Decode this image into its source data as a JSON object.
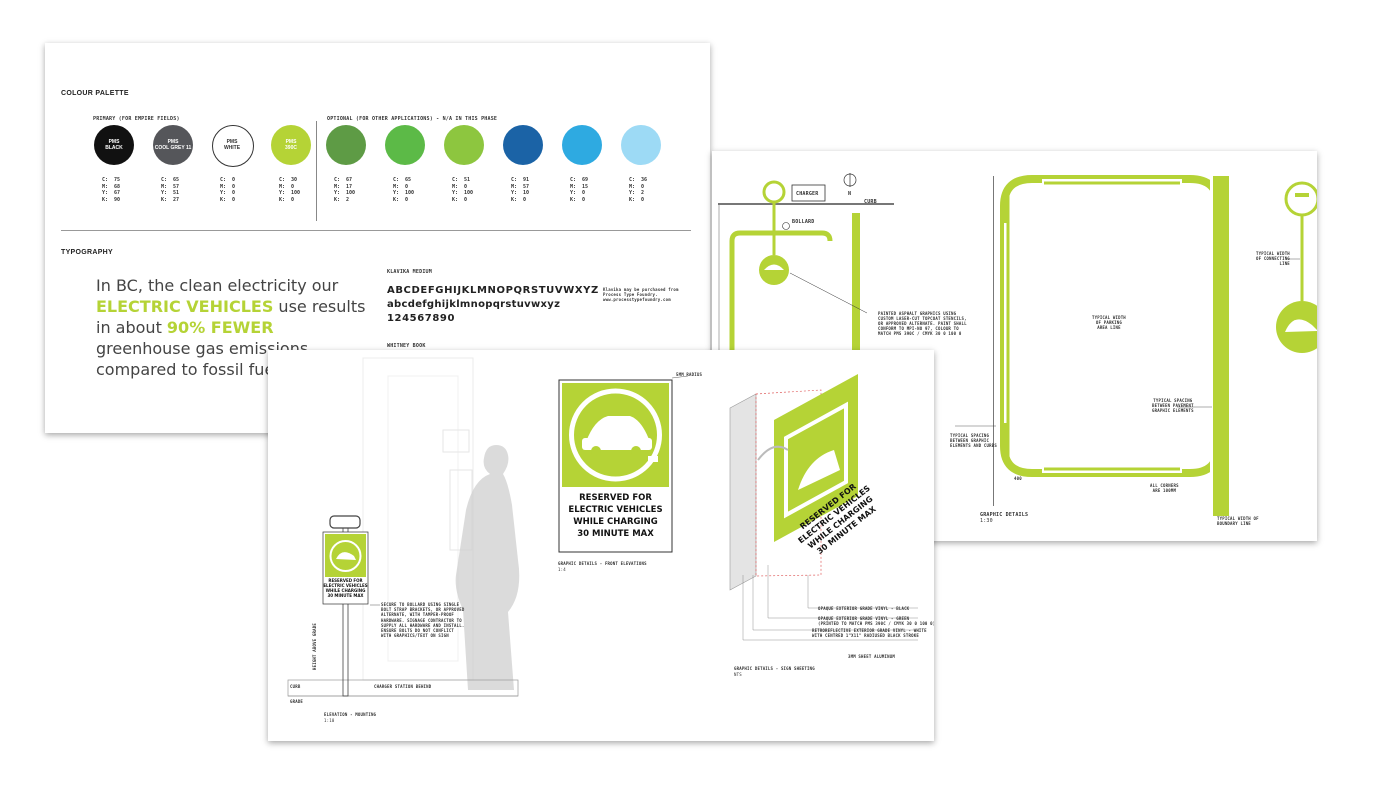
{
  "sheet1": {
    "colour_heading": "COLOUR PALETTE",
    "primary_heading": "PRIMARY (FOR EMPIRE FIELDS)",
    "optional_heading": "OPTIONAL (FOR OTHER APPLICATIONS) - N/A IN THIS PHASE",
    "primary_swatches": [
      {
        "label1": "PMS",
        "label2": "BLACK",
        "color": "#111111",
        "text_color": "#ffffff",
        "c": "C:  75",
        "m": "M:  68",
        "y": "Y:  67",
        "k": "K:  90"
      },
      {
        "label1": "PMS",
        "label2": "COOL GREY 11",
        "color": "#55565a",
        "text_color": "#ffffff",
        "c": "C:  65",
        "m": "M:  57",
        "y": "Y:  51",
        "k": "K:  27"
      },
      {
        "label1": "PMS",
        "label2": "WHITE",
        "color": "#ffffff",
        "text_color": "#333333",
        "c": "C:  0",
        "m": "M:  0",
        "y": "Y:  0",
        "k": "K:  0"
      },
      {
        "label1": "PMS",
        "label2": "390C",
        "color": "#b5d336",
        "text_color": "#ffffff",
        "c": "C:  30",
        "m": "M:  0",
        "y": "Y:  100",
        "k": "K:  0"
      }
    ],
    "optional_swatches": [
      {
        "color": "#5e9b45",
        "c": "C:  67",
        "m": "M:  17",
        "y": "Y:  100",
        "k": "K:  2"
      },
      {
        "color": "#5cba47",
        "c": "C:  65",
        "m": "M:  0",
        "y": "Y:  100",
        "k": "K:  0"
      },
      {
        "color": "#8dc63f",
        "c": "C:  51",
        "m": "M:  0",
        "y": "Y:  100",
        "k": "K:  0"
      },
      {
        "color": "#1b63a6",
        "c": "C:  91",
        "m": "M:  57",
        "y": "Y:  10",
        "k": "K:  0"
      },
      {
        "color": "#2eaae1",
        "c": "C:  69",
        "m": "M:  15",
        "y": "Y:  0",
        "k": "K:  0"
      },
      {
        "color": "#9ddaf5",
        "c": "C:  36",
        "m": "M:  0",
        "y": "Y:  2",
        "k": "K:  0"
      }
    ],
    "typography_heading": "TYPOGRAPHY",
    "lead_part1": "In BC, the clean electricity our ",
    "lead_hl1": "ELECTRIC VEHICLES",
    "lead_part2": " use results in about ",
    "lead_hl2": "90% FEWER",
    "lead_part3": " greenhouse gas emissions compared to fossil fuel vehicles.",
    "font1_name": "KLAVIKA MEDIUM",
    "font1_upper": "ABCDEFGHIJKLMNOPQRSTUVWXYZ",
    "font1_lower": "abcdefghijklmnopqrstuvwxyz",
    "font1_digits": "124567890",
    "font_note": "Klavika may be purchased from\nProcess Type Foundry.\nwww.processtypefoundry.com",
    "font2_name": "WHITNEY BOOK"
  },
  "sheet2": {
    "charger_label": "CHARGER",
    "north_label": "N",
    "curb_label": "CURB",
    "bollard_label": "BOLLARD",
    "painted_note": "PAINTED ASPHALT GRAPHICS USING\nCUSTOM LASER-CUT TOPCOAT STENCILS,\nOR APPROVED ALTERNATE. PAINT SHALL\nCONFORM TO MPI-NO 97, COLOUR TO\nMATCH PMS 390C / CMYK 30 0 100 0",
    "width_parking_note": "TYPICAL WIDTH\nOF PARKING\nAREA LINE",
    "width_connecting_note": "TYPICAL WIDTH\nOF CONNECTING\nLINE",
    "spacing_pavement_note": "TYPICAL SPACING\nBETWEEN PAVEMENT\nGRAPHIC ELEMENTS",
    "spacing_curbs_note": "TYPICAL SPACING\nBETWEEN GRAPHIC\nELEMENTS AND CURBS",
    "dim_400": "400",
    "corners_note": "ALL CORNERS\nARE 100MM",
    "graphic_details": "GRAPHIC DETAILS",
    "graphic_scale": "1:30",
    "boundary_note": "TYPICAL WIDTH OF\nBOUNDARY LINE"
  },
  "sheet3": {
    "sign_small_text": "RESERVED FOR\nELECTRIC VEHICLES\nWHILE CHARGING\n30 MINUTE MAX",
    "sign_large_l1": "RESERVED FOR",
    "sign_large_l2": "ELECTRIC VEHICLES",
    "sign_large_l3": "WHILE CHARGING",
    "sign_large_l4": "30 MINUTE MAX",
    "radius_note": "5MM RADIUS",
    "front_caption": "GRAPHIC DETAILS - FRONT ELEVATIONS",
    "front_scale": "1:4",
    "bollard_note": "SECURE TO BOLLARD USING SINGLE\nBOLT STRAP BRACKETS, OR APPROVED\nALTERNATE, WITH TAMPER-PROOF\nHARDWARE. SIGNAGE CONTRACTOR TO\nSUPPLY ALL HARDWARE AND INSTALL.\nENSURE BOLTS DO NOT CONFLICT\nWITH GRAPHICS/TEXT ON SIGN",
    "curb_label": "CURB",
    "grade_label": "GRADE",
    "charger_behind": "CHARGER STATION BEHIND",
    "height_label": "HEIGHT ABOVE GRADE",
    "elev_caption": "ELEVATION - MOUNTING",
    "elev_scale": "1:10",
    "vinyl_black": "OPAQUE EXTERIOR GRADE VINYL - BLACK",
    "vinyl_green": "OPAQUE EXTERIOR GRADE VINYL - GREEN\n(PRINTED TO MATCH PMS 390C / CMYK 30 0 100 0)",
    "vinyl_white": "RETROREFLECTIVE EXTERIOR GRADE VINYL - WHITE\nWITH CENTRED 1\"X11\" RADIUSED BLACK STROKE",
    "aluminum": "3MM SHEET ALUMINUM",
    "sheeting_caption": "GRAPHIC DETAILS - SIGN SHEETING",
    "sheeting_scale": "NTS"
  },
  "colors": {
    "brand_green": "#b5d336",
    "text_dark": "#222222"
  }
}
